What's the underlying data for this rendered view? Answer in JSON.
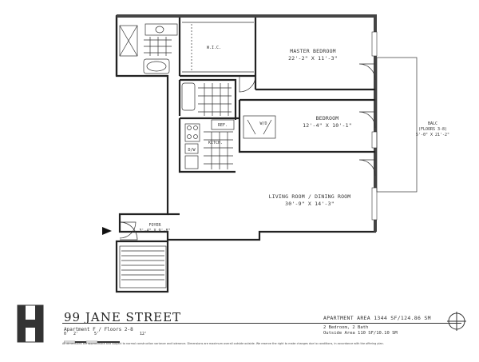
{
  "rooms": {
    "master_bedroom": {
      "name": "MASTER BEDROOM",
      "dims": "22'-2\" X 11'-3\""
    },
    "wic": {
      "name": "W.I.C."
    },
    "bedroom": {
      "name": "BEDROOM",
      "dims": "12'-4\" X 10'-1\""
    },
    "balcony": {
      "name": "BALC",
      "floors": "(FLOORS 3-8)",
      "dims": "5'-0\" X 21'-2\""
    },
    "wd": {
      "name": "W/D"
    },
    "ref": {
      "name": "REF."
    },
    "kitchen": {
      "name": "KITCH."
    },
    "dw": {
      "name": "D/W"
    },
    "living": {
      "name": "LIVING ROOM / DINING ROOM",
      "dims": "30'-9\" X 14'-3\""
    },
    "foyer": {
      "name": "FOYER",
      "dims": "3'-4\" X 9'-8\""
    }
  },
  "footer": {
    "title": "99 JANE STREET",
    "apartment": "Apartment F / Floors 2-8",
    "area": "APARTMENT AREA 1344 SF/124.86 SM",
    "bedrooms": "2 Bedroom, 2 Bath",
    "outside": "Outside Area 110 SF/10.10 SM",
    "scale_labels": [
      "0",
      "2'",
      "5'",
      "12'"
    ],
    "disclaimer": "All dimensions are approximate and subject to normal construction variance and tolerance. Dimensions are maximum overall outside outside. We reserve the right to make changes due to conditions, in accordance with the offering plan."
  }
}
